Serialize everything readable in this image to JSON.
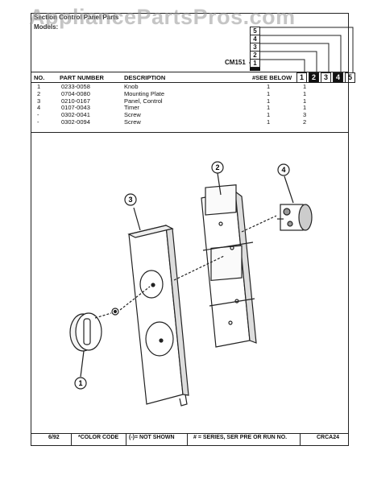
{
  "watermark": "AppliancePartsPros.com",
  "section_title": "Section   Control Panel Parts",
  "models_label": "Models:",
  "model_code": "CM151",
  "stack_boxes": [
    "5",
    "4",
    "3",
    "2",
    "1"
  ],
  "columns": {
    "no": "NO.",
    "part_number": "PART NUMBER",
    "description": "DESCRIPTION",
    "see_below": "#SEE BELOW",
    "col_boxes": [
      "1",
      "2",
      "3",
      "4",
      "5"
    ]
  },
  "parts": [
    {
      "no": "1",
      "part_number": "0233-0058",
      "description": "Knob",
      "qty1": "1",
      "qty2": "1"
    },
    {
      "no": "2",
      "part_number": "0704-0080",
      "description": "Mounting Plate",
      "qty1": "1",
      "qty2": "1"
    },
    {
      "no": "3",
      "part_number": "0210-0167",
      "description": "Panel, Control",
      "qty1": "1",
      "qty2": "1"
    },
    {
      "no": "4",
      "part_number": "0107-0043",
      "description": "Timer",
      "qty1": "1",
      "qty2": "1"
    },
    {
      "no": "-",
      "part_number": "0302-0041",
      "description": "Screw",
      "qty1": "1",
      "qty2": "3"
    },
    {
      "no": "-",
      "part_number": "0302-0094",
      "description": "Screw",
      "qty1": "1",
      "qty2": "2"
    }
  ],
  "callouts": [
    "1",
    "2",
    "3",
    "4"
  ],
  "footer": {
    "date": "6/92",
    "color_code": "*COLOR CODE",
    "not_shown": "(-)= NOT SHOWN",
    "series": "# = SERIES, SER PRE OR RUN NO.",
    "code": "CRCA24"
  }
}
